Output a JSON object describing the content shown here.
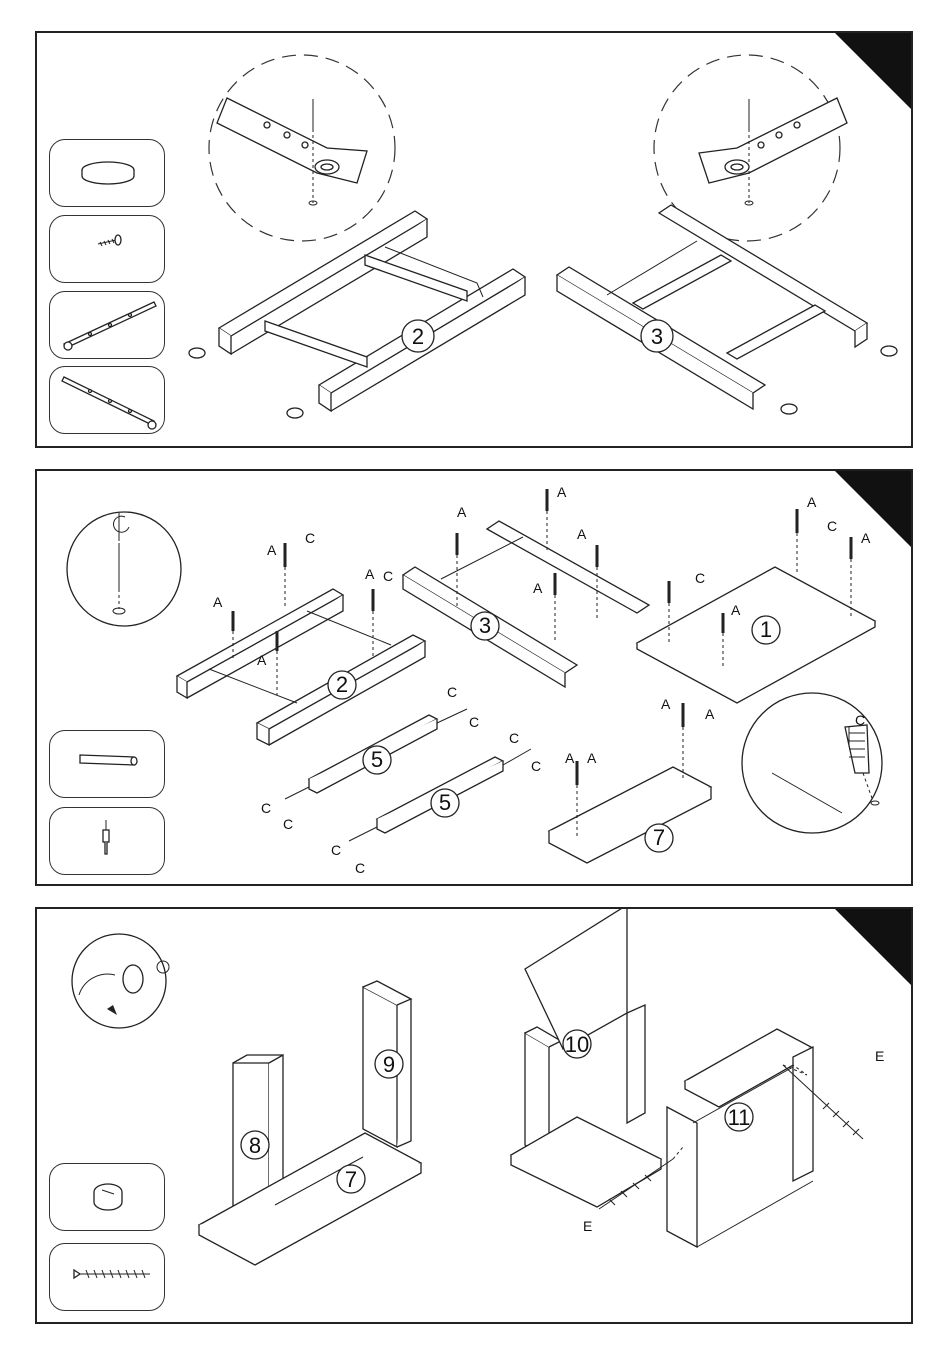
{
  "panels": [
    {
      "step_numbers": [
        "2",
        "3"
      ],
      "parts": [
        "glide-foot",
        "screw",
        "drawer-runner-left",
        "drawer-runner-right"
      ]
    },
    {
      "step_numbers": [
        "2",
        "3",
        "1",
        "5",
        "5",
        "7"
      ],
      "fastener_labels": {
        "a": "A",
        "c": "C"
      },
      "parts": [
        "wooden-dowel",
        "cam-bolt"
      ]
    },
    {
      "step_numbers": [
        "8",
        "9",
        "7",
        "10",
        "11"
      ],
      "fastener_labels": {
        "e": "E"
      },
      "parts": [
        "cam-lock",
        "long-screw"
      ]
    }
  ]
}
